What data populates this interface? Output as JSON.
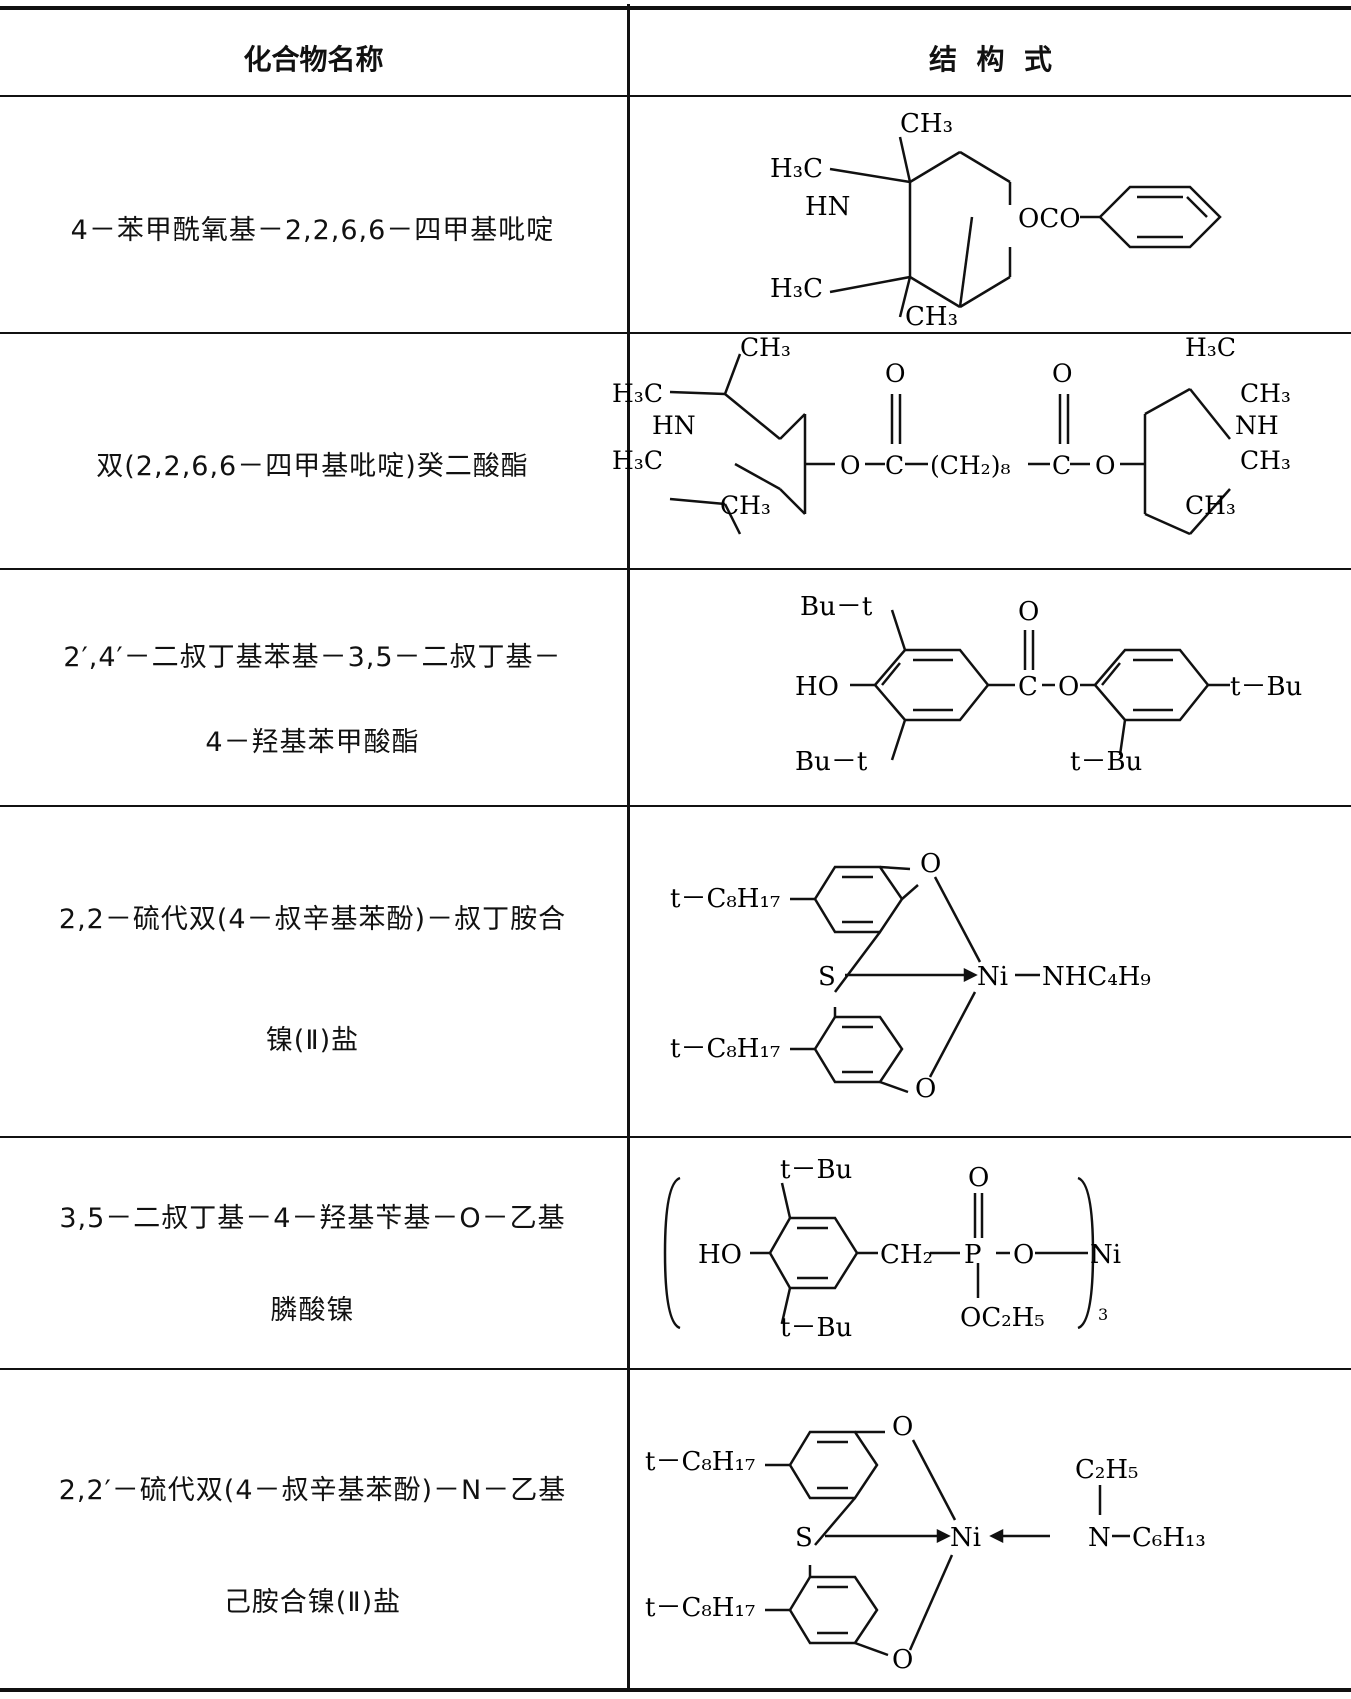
{
  "header": {
    "col1": "化合物名称",
    "col2": "结  构  式"
  },
  "rows": [
    {
      "name_lines": [
        "4－苯甲酰氧基－2,2,6,6－四甲基吡啶"
      ]
    },
    {
      "name_lines": [
        "双(2,2,6,6－四甲基吡啶)癸二酸酯"
      ]
    },
    {
      "name_lines": [
        "2′,4′－二叔丁基苯基－3,5－二叔丁基－",
        "4－羟基苯甲酸酯"
      ]
    },
    {
      "name_lines": [
        "2,2－硫代双(4－叔辛基苯酚)－叔丁胺合",
        "镍(Ⅱ)盐"
      ]
    },
    {
      "name_lines": [
        "3,5－二叔丁基－4－羟基苄基－O－乙基",
        "膦酸镍"
      ]
    },
    {
      "name_lines": [
        "2,2′－硫代双(4－叔辛基苯酚)－N－乙基",
        "己胺合镍(Ⅱ)盐"
      ]
    }
  ],
  "structures": {
    "s1": {
      "ch3_top": "CH₃",
      "h3c_a": "H₃C",
      "hn": "HN",
      "h3c_b": "H₃C",
      "ch3_bot": "CH₃",
      "oco": "OCO"
    },
    "s2": {
      "ch3_a": "CH₃",
      "h3c_a": "H₃C",
      "hn": "HN",
      "h3c_b": "H₃C",
      "ch3_b": "CH₃",
      "o1": "O",
      "c1": "C",
      "chain": "(CH₂)₈",
      "c2": "C",
      "o2": "O",
      "oxo1": "O",
      "oxo2": "O",
      "h3c_c": "H₃C",
      "ch3_c": "CH₃",
      "nh": "NH",
      "ch3_d": "CH₃",
      "ch3_e": "CH₃"
    },
    "s3": {
      "but_top": "Bu－t",
      "ho": "HO",
      "but_bot": "Bu－t",
      "oxo": "O",
      "c": "C",
      "o": "O",
      "tbu_right": "t－Bu",
      "tbu_bot": "t－Bu"
    },
    "s4": {
      "tc8_top": "t－C₈H₁₇",
      "o_top": "O",
      "s": "S",
      "ni": "Ni",
      "amine": "NHC₄H₉",
      "tc8_bot": "t－C₈H₁₇",
      "o_bot": "O"
    },
    "s5": {
      "tbu_top": "t－Bu",
      "ho": "HO",
      "ch2": "CH₂",
      "p": "P",
      "oxo": "O",
      "o": "O",
      "ni": "Ni",
      "oet": "OC₂H₅",
      "tbu_bot": "t－Bu",
      "sub3": "3"
    },
    "s6": {
      "tc8_top": "t－C₈H₁₇",
      "o_top": "O",
      "s": "S",
      "ni": "Ni",
      "c2h5": "C₂H₅",
      "n": "N",
      "c6h13": "C₆H₁₃",
      "tc8_bot": "t－C₈H₁₇",
      "o_bot": "O"
    }
  }
}
